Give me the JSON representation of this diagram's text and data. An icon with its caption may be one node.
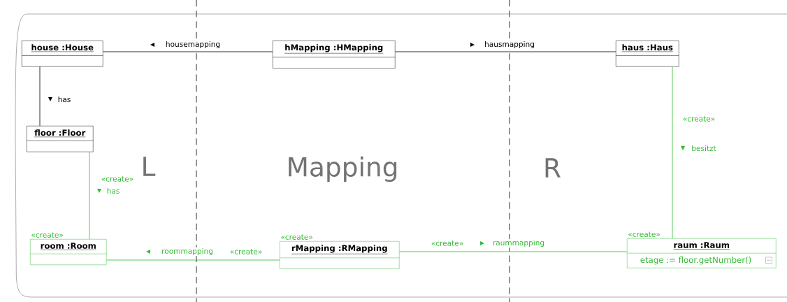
{
  "diagram": {
    "nodes": [
      {
        "text": [
          "house :House"
        ]
      },
      {
        "text": [
          "hMapping :HMapping"
        ]
      },
      {
        "text": [
          "haus :Haus"
        ]
      },
      {
        "text": [
          "floor :Floor"
        ]
      },
      {
        "text": [
          "room :Room"
        ],
        "beside": [
          "«create»"
        ]
      },
      {
        "text": [
          "rMapping :RMapping"
        ],
        "beside": [
          "«create»"
        ]
      },
      {
        "text": [
          "raum :Raum",
          "etage := floor.getNumber()"
        ],
        "beside": [
          "«create»"
        ]
      }
    ],
    "edges": [
      {
        "from": 0,
        "to": 1,
        "arrow": "none",
        "label": "housemapping",
        "color": "#000000"
      },
      {
        "from": 1,
        "to": 2,
        "arrow": "none",
        "label": "hausmapping",
        "color": "#000000"
      },
      {
        "from": 0,
        "to": 3,
        "arrow": "none",
        "label": "has",
        "color": "#000000"
      },
      {
        "from": 3,
        "to": 4,
        "arrow": "none",
        "label": "has",
        "color": "#33bb33"
      },
      {
        "from": 2,
        "to": 6,
        "arrow": "none",
        "label": "besitzt",
        "color": "#33bb33"
      },
      {
        "from": 4,
        "to": 5,
        "arrow": "none",
        "label": "roommapping",
        "color": "#33bb33"
      },
      {
        "from": 5,
        "to": 6,
        "arrow": "none",
        "label": "raummapping",
        "color": "#33bb33"
      }
    ],
    "labels": [
      "«create»",
      "L",
      "Mapping",
      "R",
      "«create»",
      "«create»",
      "«create»"
    ]
  }
}
